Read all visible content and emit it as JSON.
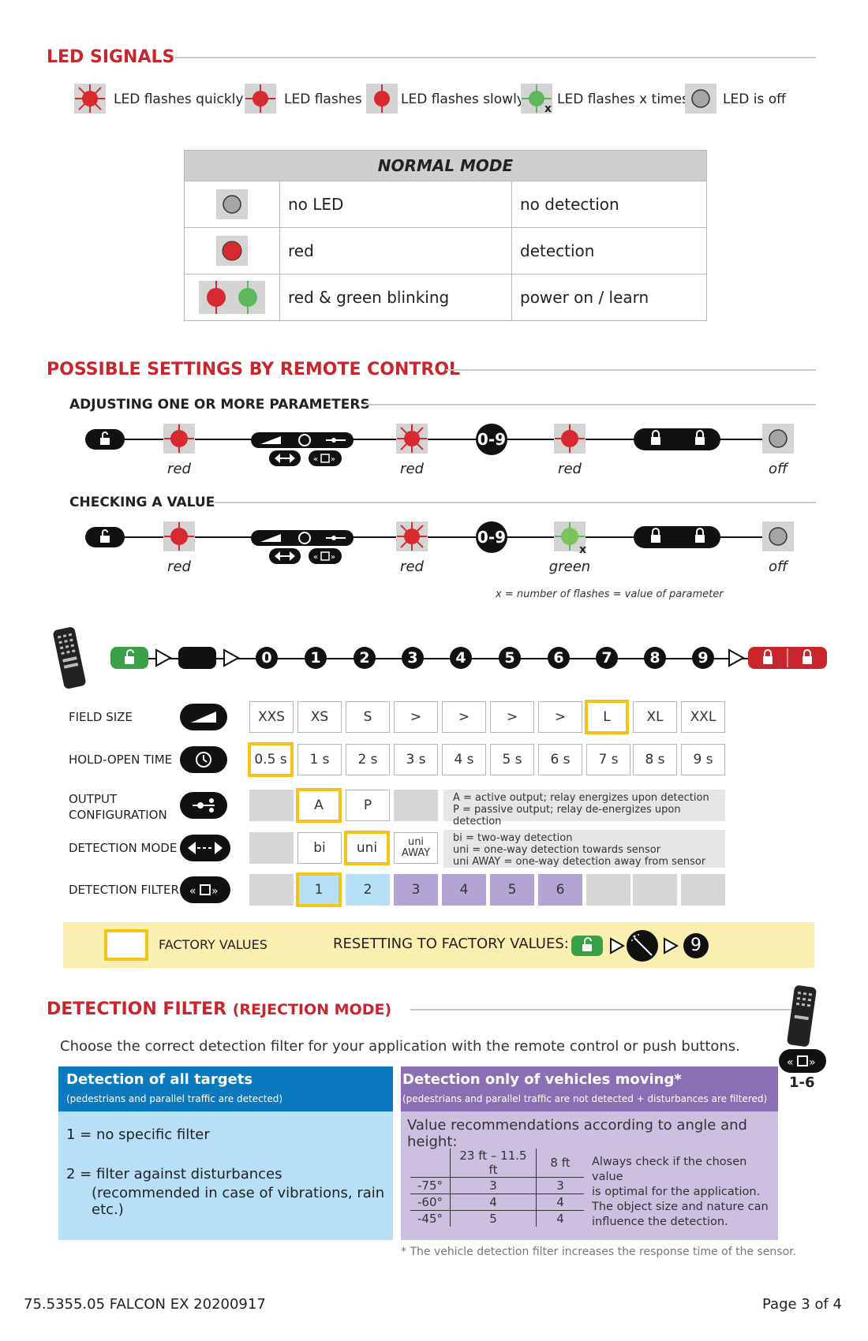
{
  "led_signals": {
    "title": "LED SIGNALS",
    "legend": [
      {
        "label": "LED flashes quickly",
        "icon": "led-red-flash-quick-icon"
      },
      {
        "label": "LED flashes",
        "icon": "led-red-flash-icon"
      },
      {
        "label": "LED flashes slowly",
        "icon": "led-red-flash-slow-icon"
      },
      {
        "label": "LED flashes x times",
        "icon": "led-green-flash-x-icon",
        "mark": "x"
      },
      {
        "label": "LED is off",
        "icon": "led-off-icon"
      }
    ]
  },
  "normal_mode": {
    "header": "NORMAL MODE",
    "rows": [
      {
        "led": "no LED",
        "meaning": "no detection"
      },
      {
        "led": "red",
        "meaning": "detection"
      },
      {
        "led": "red & green blinking",
        "meaning": "power on / learn"
      }
    ]
  },
  "remote_settings": {
    "title": "POSSIBLE SETTINGS BY REMOTE CONTROL",
    "adjusting": {
      "title": "ADJUSTING ONE OR MORE PARAMETERS",
      "labels": [
        "red",
        "red",
        "red",
        "off"
      ]
    },
    "checking": {
      "title": "CHECKING A VALUE",
      "labels": [
        "red",
        "red",
        "green",
        "off"
      ]
    },
    "range_label": "0-9",
    "x_mark": "x",
    "x_note": "x = number of flashes = value of parameter"
  },
  "parameter_table": {
    "sequence_numbers": [
      "0",
      "1",
      "2",
      "3",
      "4",
      "5",
      "6",
      "7",
      "8",
      "9"
    ],
    "field_size": {
      "label": "FIELD SIZE",
      "values": [
        "XXS",
        "XS",
        "S",
        ">",
        ">",
        ">",
        ">",
        "L",
        "XL",
        "XXL"
      ],
      "factory_index": 7
    },
    "hold_open_time": {
      "label": "HOLD-OPEN TIME",
      "values": [
        "0.5 s",
        "1 s",
        "2 s",
        "3 s",
        "4 s",
        "5 s",
        "6 s",
        "7 s",
        "8 s",
        "9 s"
      ],
      "factory_index": 0
    },
    "output_configuration": {
      "label_line1": "OUTPUT",
      "label_line2": "CONFIGURATION",
      "values": [
        "A",
        "P"
      ],
      "notes": [
        "A = active output; relay energizes upon detection",
        "P = passive output; relay de-energizes upon detection"
      ]
    },
    "detection_mode": {
      "label": "DETECTION MODE",
      "values": [
        "bi",
        "uni"
      ],
      "uni_away_line1": "uni",
      "uni_away_line2": "AWAY",
      "notes": [
        "bi = two-way detection",
        "uni = one-way detection towards sensor",
        "uni AWAY = one-way detection away from sensor"
      ]
    },
    "detection_filter": {
      "label": "DETECTION FILTER",
      "values": [
        "1",
        "2",
        "3",
        "4",
        "5",
        "6"
      ],
      "factory_index": 0
    },
    "factory_values_label": "FACTORY VALUES",
    "reset_label": "RESETTING TO FACTORY VALUES:",
    "reset_number": "9"
  },
  "detection_filter_section": {
    "title": "DETECTION FILTER",
    "title_suffix": "(REJECTION MODE)",
    "intro": "Choose the correct detection filter for your application with the remote control or push buttons.",
    "range_label": "1-6",
    "left_panel": {
      "heading": "Detection of all targets",
      "subheading": "(pedestrians and parallel traffic are detected)",
      "item1": "1 = no specific filter",
      "item2_line1": "2 = filter against disturbances",
      "item2_line2": "(recommended in case of vibrations, rain etc.)"
    },
    "right_panel": {
      "heading": "Detection only of vehicles moving*",
      "subheading": "(pedestrians and parallel traffic are not detected + disturbances are filtered)",
      "recommend_title": "Value recommendations according to angle and height:",
      "table_headers": [
        "",
        "23 ft – 11.5 ft",
        "8 ft"
      ],
      "table_rows": [
        [
          "-75°",
          "3",
          "3"
        ],
        [
          "-60°",
          "4",
          "4"
        ],
        [
          "-45°",
          "5",
          "4"
        ]
      ],
      "note_lines": [
        "Always check if the chosen value",
        "is optimal for the application.",
        "The object size and nature can",
        "influence the detection."
      ]
    },
    "footnote": "* The vehicle detection filter increases the response time of the sensor."
  },
  "footer": {
    "doc_id": "75.5355.05 FALCON EX 20200917",
    "page": "Page 3 of 4"
  },
  "colors": {
    "brand_red": "#c9252c",
    "led_red": "#d62a30",
    "led_green": "#5cb85c",
    "factory_yellow": "#f4c318",
    "panel_blue": "#0a79bf",
    "panel_purple": "#8a6fb5"
  }
}
